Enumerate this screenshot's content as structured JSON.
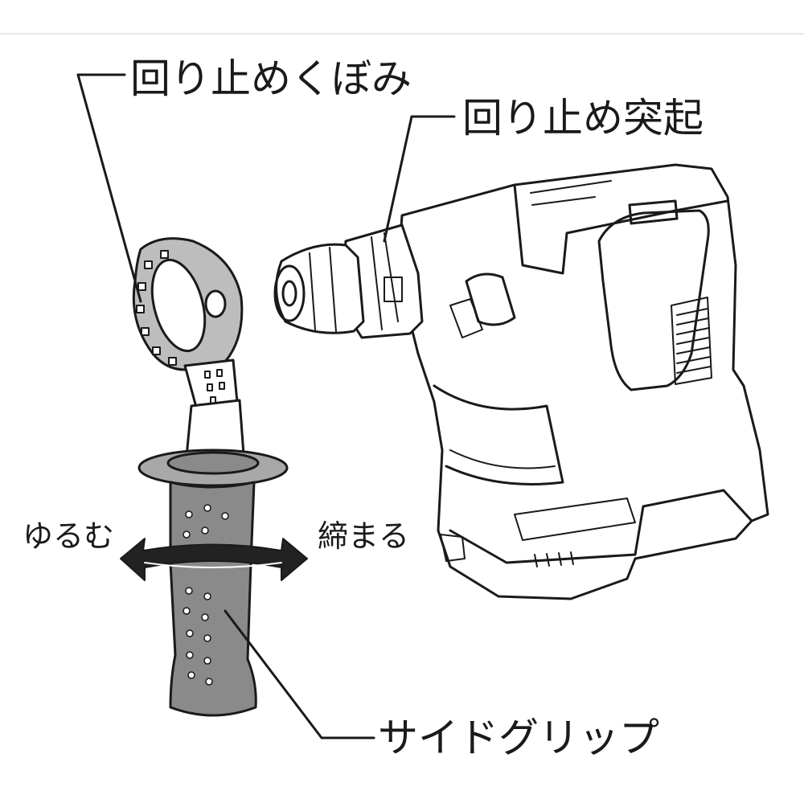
{
  "labels": {
    "anti_rotation_recess": "回り止めくぼみ",
    "anti_rotation_protrusion": "回り止め突起",
    "loosen": "ゆるむ",
    "tighten": "締まる",
    "side_grip": "サイドグリップ"
  },
  "colors": {
    "line": "#1a1a1a",
    "grip_fill": "#8a8a8a",
    "grip_dark": "#6e6e6e",
    "ring_fill": "#bdbdbd",
    "tool_fill": "#ffffff"
  },
  "icons": {
    "rotation_arrow": "double-headed-curved-arrow"
  }
}
